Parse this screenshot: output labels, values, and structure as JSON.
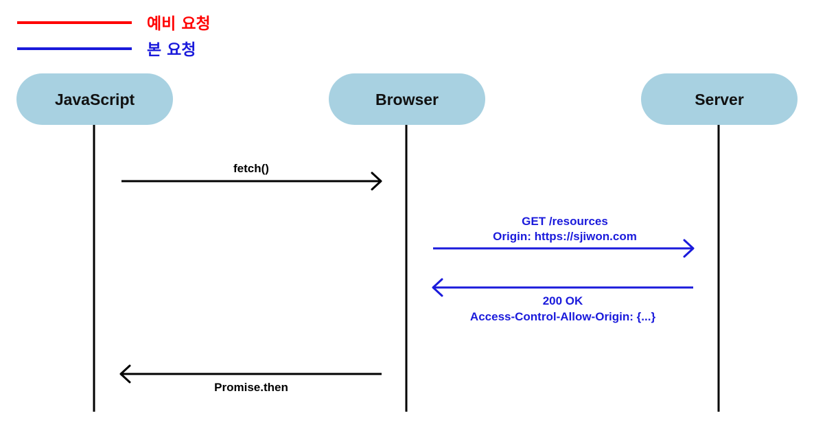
{
  "legend": {
    "preflight_label": "예비 요청",
    "actual_label": "본 요청",
    "preflight_color": "#ff0000",
    "actual_color": "#1a1adb"
  },
  "actors": {
    "javascript": "JavaScript",
    "browser": "Browser",
    "server": "Server",
    "pill_color": "#a8d1e1"
  },
  "messages": {
    "fetch": "fetch()",
    "request_line1": "GET /resources",
    "request_line2": "Origin: https://sjiwon.com",
    "response_line1": "200 OK",
    "response_line2": "Access-Control-Allow-Origin: {...}",
    "promise": "Promise.then",
    "local_color": "#000000"
  }
}
